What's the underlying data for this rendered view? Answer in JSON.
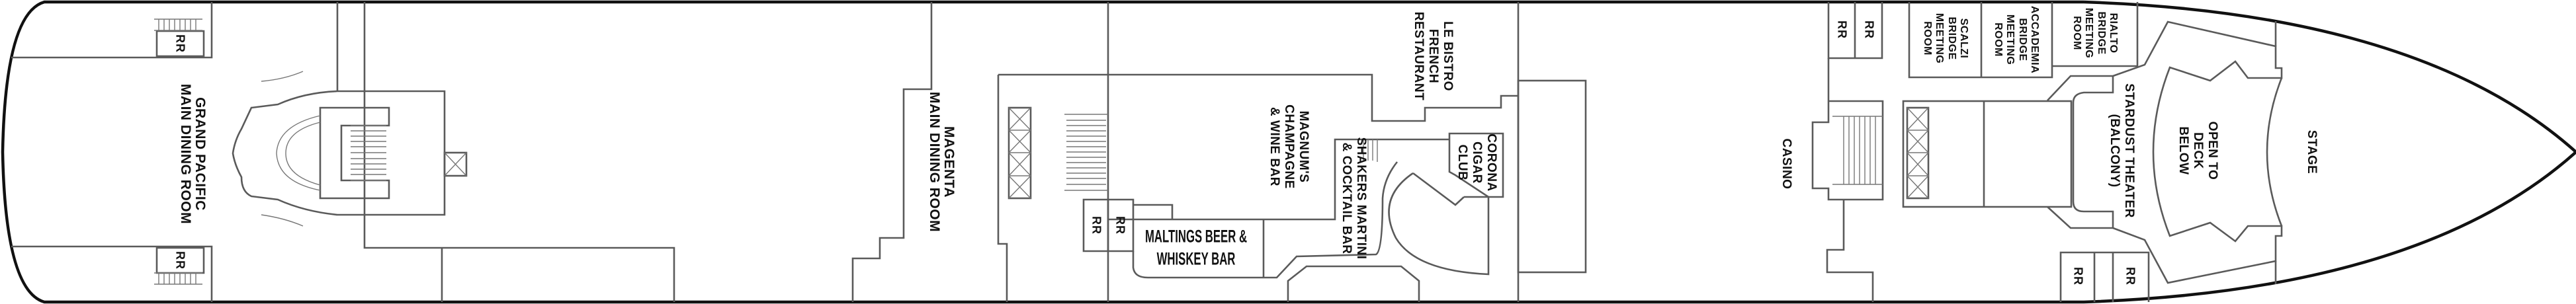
{
  "deck_plan": {
    "venues": {
      "grand_pacific": "GRAND PACIFIC\nMAIN DINING ROOM",
      "magenta": "MAGENTA\nMAIN DINING ROOM",
      "le_bistro": "LE BISTRO\nFRENCH\nRESTAURANT",
      "magnums": "MAGNUM'S\nCHAMPAGNE\n& WINE BAR",
      "shakers": "SHAKERS MARTINI\n& COCKTAIL BAR",
      "corona": "CORONA\nCIGAR\nCLUB",
      "maltings": "MALTINGS BEER &\nWHISKEY BAR",
      "casino": "CASINO",
      "scalzi": "SCALZI\nBRIDGE\nMEETING\nROOM",
      "accademia": "ACCADEMIA\nBRIDGE\nMEETING\nROOM",
      "rialto": "RIALTO\nBRIDGE\nMEETING\nROOM",
      "stardust": "STARDUST THEATER\n(BALCONY)",
      "open_to_deck": "OPEN TO\nDECK\nBELOW",
      "stage": "STAGE"
    },
    "restroom_label": "RR",
    "colors": {
      "walls": "#5a5a5a",
      "hull": "#111111",
      "background": "#ffffff"
    }
  }
}
